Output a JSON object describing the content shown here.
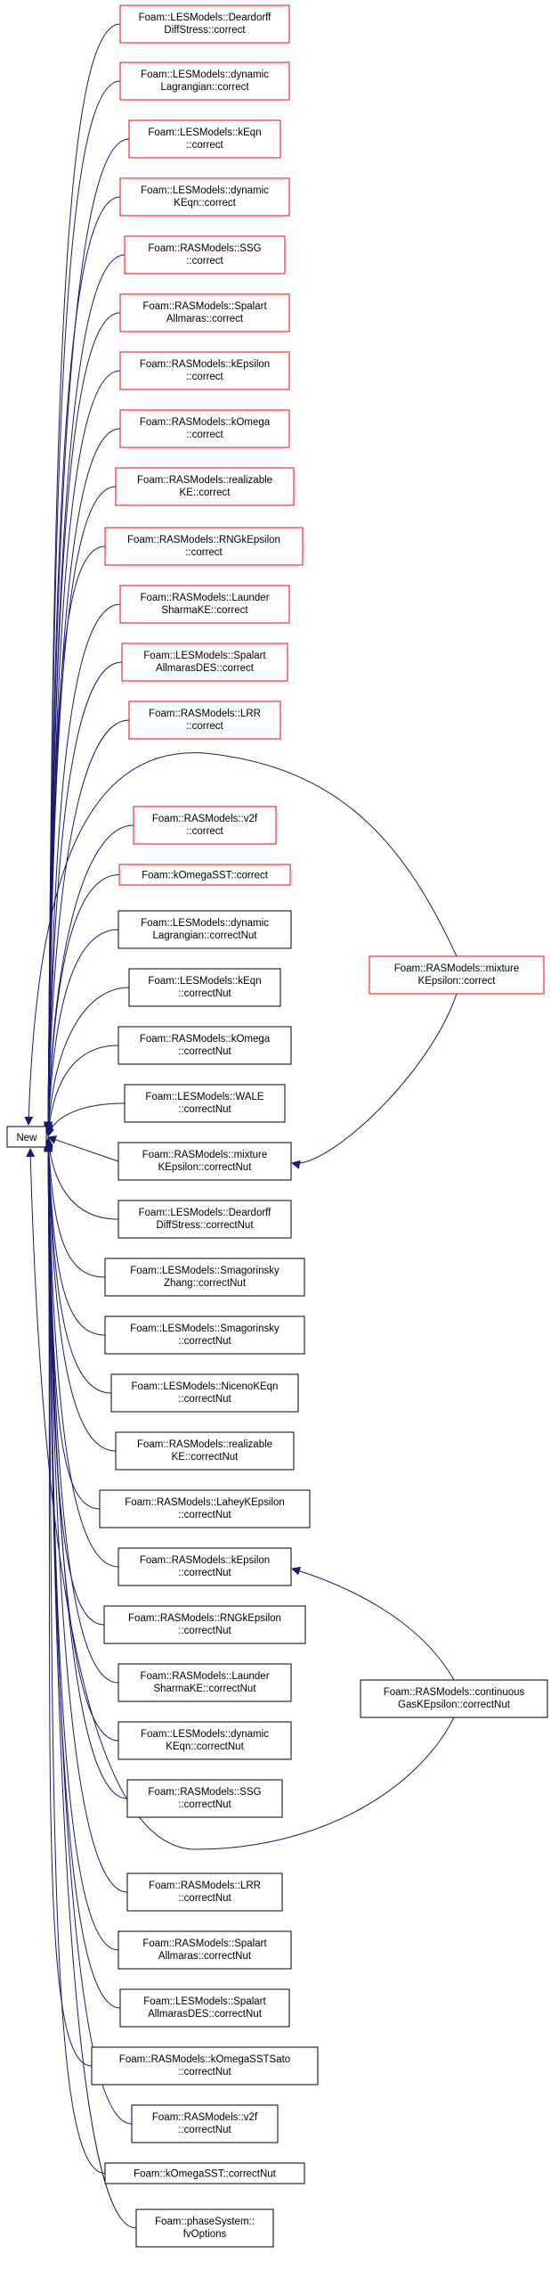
{
  "colors": {
    "edge": "#191970",
    "border_red": "#ff0000",
    "border_black": "#000000",
    "root_fill": "#bfbfbf",
    "text": "#000000"
  },
  "root": {
    "label": "New"
  },
  "nodes": [
    {
      "id": "les-deardorff-correct",
      "lines": [
        "Foam::LESModels::Deardorff",
        "DiffStress::correct"
      ],
      "border": "red"
    },
    {
      "id": "les-dynamic-lagrangian-correct",
      "lines": [
        "Foam::LESModels::dynamic",
        "Lagrangian::correct"
      ],
      "border": "red"
    },
    {
      "id": "les-keqn-correct",
      "lines": [
        "Foam::LESModels::kEqn",
        "::correct"
      ],
      "border": "red"
    },
    {
      "id": "les-dynamic-keqn-correct",
      "lines": [
        "Foam::LESModels::dynamic",
        "KEqn::correct"
      ],
      "border": "red"
    },
    {
      "id": "ras-ssg-correct",
      "lines": [
        "Foam::RASModels::SSG",
        "::correct"
      ],
      "border": "red"
    },
    {
      "id": "ras-spalart-correct",
      "lines": [
        "Foam::RASModels::Spalart",
        "Allmaras::correct"
      ],
      "border": "red"
    },
    {
      "id": "ras-kepsilon-correct",
      "lines": [
        "Foam::RASModels::kEpsilon",
        "::correct"
      ],
      "border": "red"
    },
    {
      "id": "ras-komega-correct",
      "lines": [
        "Foam::RASModels::kOmega",
        "::correct"
      ],
      "border": "red"
    },
    {
      "id": "ras-realizable-correct",
      "lines": [
        "Foam::RASModels::realizable",
        "KE::correct"
      ],
      "border": "red"
    },
    {
      "id": "ras-rngkepsilon-correct",
      "lines": [
        "Foam::RASModels::RNGkEpsilon",
        "::correct"
      ],
      "border": "red"
    },
    {
      "id": "ras-launder-correct",
      "lines": [
        "Foam::RASModels::Launder",
        "SharmaKE::correct"
      ],
      "border": "red"
    },
    {
      "id": "les-spalartdes-correct",
      "lines": [
        "Foam::LESModels::Spalart",
        "AllmarasDES::correct"
      ],
      "border": "red"
    },
    {
      "id": "ras-lrr-correct",
      "lines": [
        "Foam::RASModels::LRR",
        "::correct"
      ],
      "border": "red"
    },
    {
      "id": "ras-v2f-correct",
      "lines": [
        "Foam::RASModels::v2f",
        "::correct"
      ],
      "border": "red"
    },
    {
      "id": "komegasst-correct",
      "lines": [
        "Foam::kOmegaSST::correct"
      ],
      "border": "red"
    },
    {
      "id": "les-dynamic-lagrangian-correctnut",
      "lines": [
        "Foam::LESModels::dynamic",
        "Lagrangian::correctNut"
      ],
      "border": "black"
    },
    {
      "id": "les-keqn-correctnut",
      "lines": [
        "Foam::LESModels::kEqn",
        "::correctNut"
      ],
      "border": "black"
    },
    {
      "id": "ras-komega-correctnut",
      "lines": [
        "Foam::RASModels::kOmega",
        "::correctNut"
      ],
      "border": "black"
    },
    {
      "id": "les-wale-correctnut",
      "lines": [
        "Foam::LESModels::WALE",
        "::correctNut"
      ],
      "border": "black"
    },
    {
      "id": "ras-mixture-correctnut",
      "lines": [
        "Foam::RASModels::mixture",
        "KEpsilon::correctNut"
      ],
      "border": "black"
    },
    {
      "id": "les-deardorff-correctnut",
      "lines": [
        "Foam::LESModels::Deardorff",
        "DiffStress::correctNut"
      ],
      "border": "black"
    },
    {
      "id": "les-smagorinsky-zhang-correctnut",
      "lines": [
        "Foam::LESModels::Smagorinsky",
        "Zhang::correctNut"
      ],
      "border": "black"
    },
    {
      "id": "les-smagorinsky-correctnut",
      "lines": [
        "Foam::LESModels::Smagorinsky",
        "::correctNut"
      ],
      "border": "black"
    },
    {
      "id": "les-niceno-correctnut",
      "lines": [
        "Foam::LESModels::NicenoKEqn",
        "::correctNut"
      ],
      "border": "black"
    },
    {
      "id": "ras-realizable-correctnut",
      "lines": [
        "Foam::RASModels::realizable",
        "KE::correctNut"
      ],
      "border": "black"
    },
    {
      "id": "ras-lahey-correctnut",
      "lines": [
        "Foam::RASModels::LaheyKEpsilon",
        "::correctNut"
      ],
      "border": "black"
    },
    {
      "id": "ras-kepsilon-correctnut",
      "lines": [
        "Foam::RASModels::kEpsilon",
        "::correctNut"
      ],
      "border": "black"
    },
    {
      "id": "ras-rngkepsilon-correctnut",
      "lines": [
        "Foam::RASModels::RNGkEpsilon",
        "::correctNut"
      ],
      "border": "black"
    },
    {
      "id": "ras-launder-correctnut",
      "lines": [
        "Foam::RASModels::Launder",
        "SharmaKE::correctNut"
      ],
      "border": "black"
    },
    {
      "id": "les-dynamic-keqn-correctnut",
      "lines": [
        "Foam::LESModels::dynamic",
        "KEqn::correctNut"
      ],
      "border": "black"
    },
    {
      "id": "ras-ssg-correctnut",
      "lines": [
        "Foam::RASModels::SSG",
        "::correctNut"
      ],
      "border": "black"
    },
    {
      "id": "ras-lrr-correctnut",
      "lines": [
        "Foam::RASModels::LRR",
        "::correctNut"
      ],
      "border": "black"
    },
    {
      "id": "ras-spalart-correctnut",
      "lines": [
        "Foam::RASModels::Spalart",
        "Allmaras::correctNut"
      ],
      "border": "black"
    },
    {
      "id": "les-spalartdes-correctnut",
      "lines": [
        "Foam::LESModels::Spalart",
        "AllmarasDES::correctNut"
      ],
      "border": "black"
    },
    {
      "id": "ras-komegasstsato-correctnut",
      "lines": [
        "Foam::RASModels::kOmegaSSTSato",
        "::correctNut"
      ],
      "border": "black"
    },
    {
      "id": "ras-v2f-correctnut",
      "lines": [
        "Foam::RASModels::v2f",
        "::correctNut"
      ],
      "border": "black"
    },
    {
      "id": "komegasst-correctnut",
      "lines": [
        "Foam::kOmegaSST::correctNut"
      ],
      "border": "black"
    },
    {
      "id": "phasesystem-fvoptions",
      "lines": [
        "Foam::phaseSystem::",
        "fvOptions"
      ],
      "border": "black"
    },
    {
      "id": "ras-mixture-correct",
      "lines": [
        "Foam::RASModels::mixture",
        "KEpsilon::correct"
      ],
      "border": "red"
    },
    {
      "id": "ras-continuous-correctnut",
      "lines": [
        "Foam::RASModels::continuous",
        "GasKEpsilon::correctNut"
      ],
      "border": "black"
    }
  ]
}
